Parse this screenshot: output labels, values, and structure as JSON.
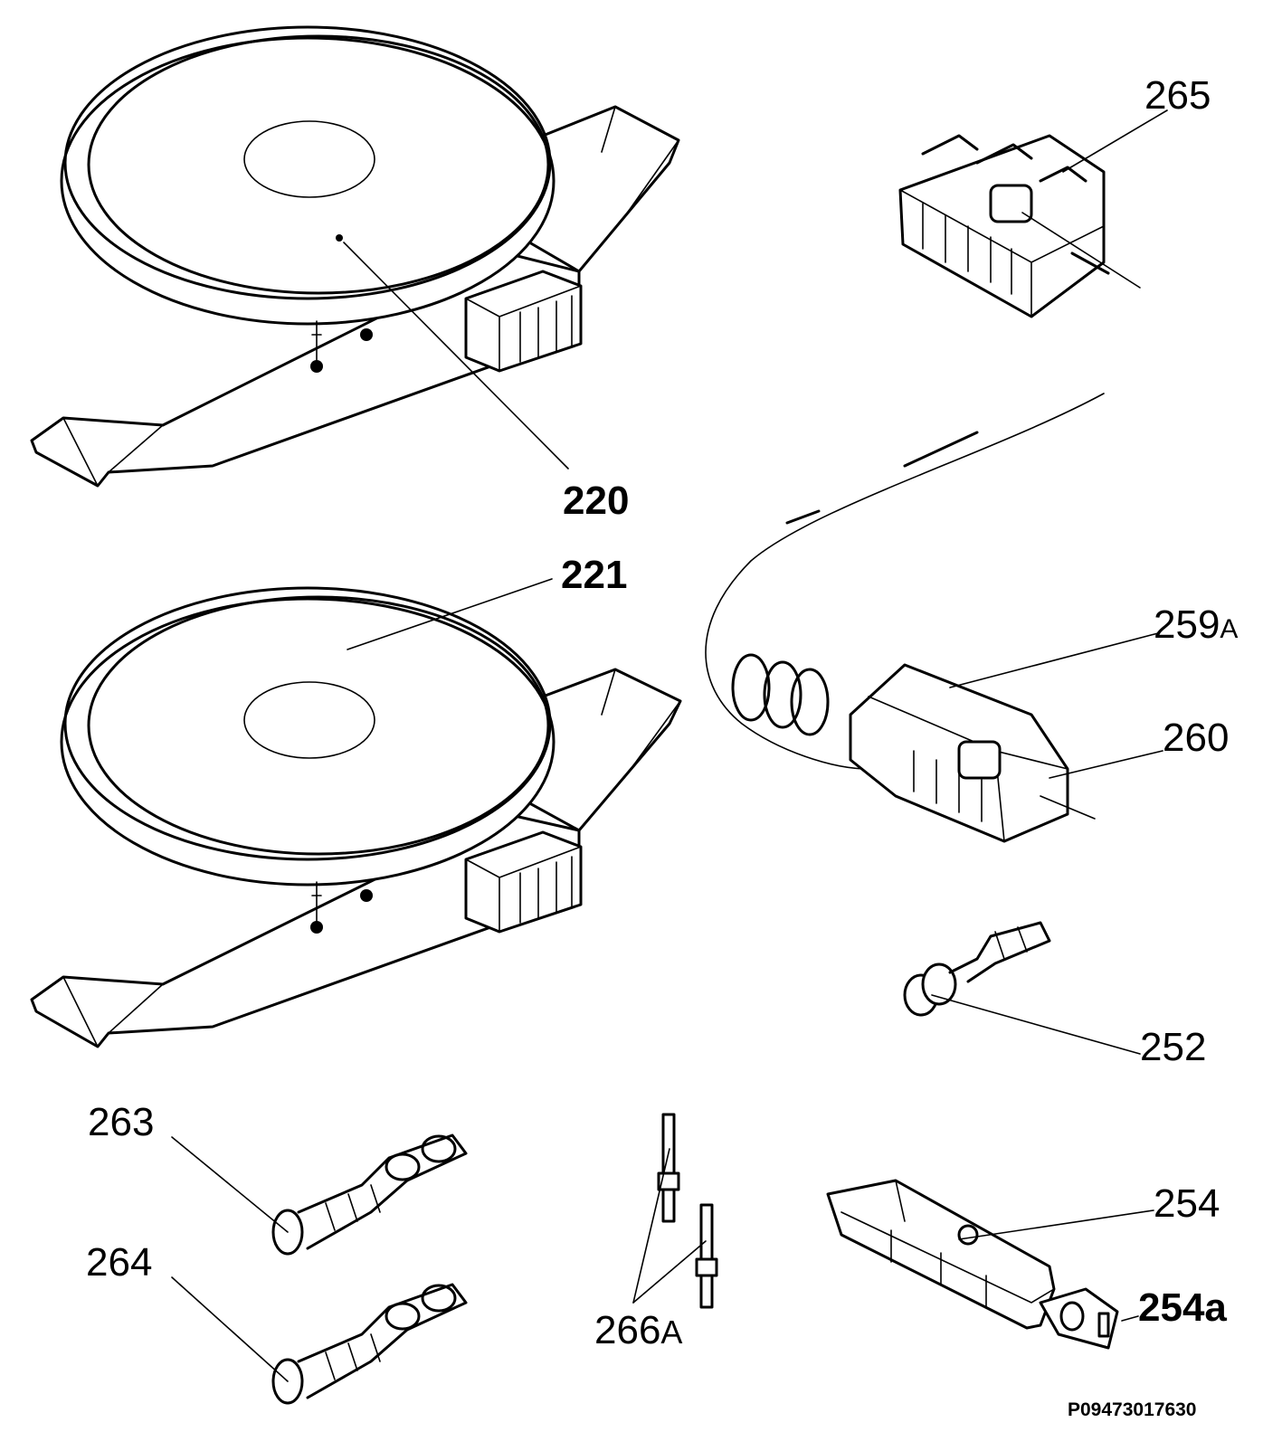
{
  "labels": {
    "l220": "220",
    "l221": "221",
    "l265": "265",
    "l259a_num": "259",
    "l259a_suf": "A",
    "l260": "260",
    "l252": "252",
    "l263": "263",
    "l264": "264",
    "l266a_num": "266",
    "l266a_suf": "A",
    "l254": "254",
    "l254a": "254a"
  },
  "reference_code": "P09473017630",
  "colors": {
    "ink": "#000000",
    "paper": "#ffffff"
  }
}
